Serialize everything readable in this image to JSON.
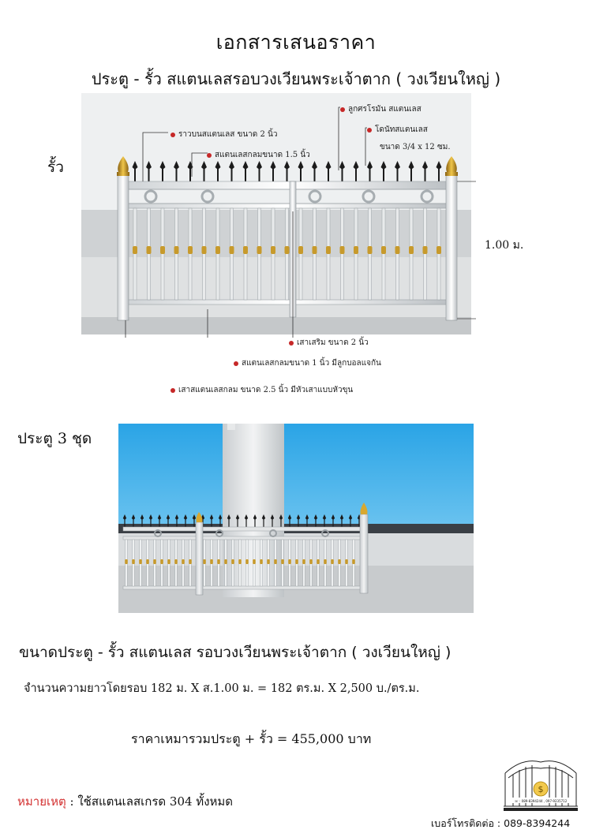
{
  "header": {
    "title": "เอกสารเสนอราคา",
    "subtitle": "ประตู - รั้ว สแตนเลสรอบวงเวียนพระเจ้าตาก ( วงเวียนใหญ่ )"
  },
  "fence": {
    "label": "รั้ว",
    "height_label": "1.00 ม.",
    "callouts": {
      "top_rail": "ราวบนสแตนเลส ขนาด 2 นิ้ว",
      "round_tube_15": "สแตนเลสกลมขนาด 1.5 นิ้ว",
      "roman_spear": "ลูกศรโรมัน สแตนเลส",
      "donut_title": "โดนัทสแตนเลส",
      "donut_size": "ขนาด 3/4 x 12 ซม.",
      "extra_post": "เสาเสริม ขนาด 2 นิ้ว",
      "round_tube_1": "สแตนเลสกลมขนาด 1 นิ้ว มีลูกบอลแจกัน",
      "main_post": "เสาสแตนเลสกลม ขนาด 2.5 นิ้ว มีหัวเสาแบบหัวขุน"
    }
  },
  "gate": {
    "label": "ประตู 3 ชุด"
  },
  "summary": {
    "title": "ขนาดประตู - รั้ว สแตนเลส รอบวงเวียนพระเจ้าตาก ( วงเวียนใหญ่ )",
    "calculation": "จำนวนความยาวโดยรอบ 182 ม. X ส.1.00 ม. =  182 ตร.ม. X  2,500 บ./ตร.ม.",
    "total": "ราคาเหมารวมประตู + รั้ว  =   455,000  บาท",
    "note_label": "หมายเหตุ",
    "note_text": " : ใช้สแตนเลสเกรด 304 ทั้งหมด"
  },
  "logo": {
    "phones": "☏ : 089-8394244 , 097-9235712",
    "symbol": "$"
  },
  "contact": {
    "phone": "เบอร์โทรติดต่อ : 089-8394244"
  },
  "colors": {
    "accent_red": "#c62828",
    "gold": "#c79a2c",
    "sky": "#38aee8"
  }
}
